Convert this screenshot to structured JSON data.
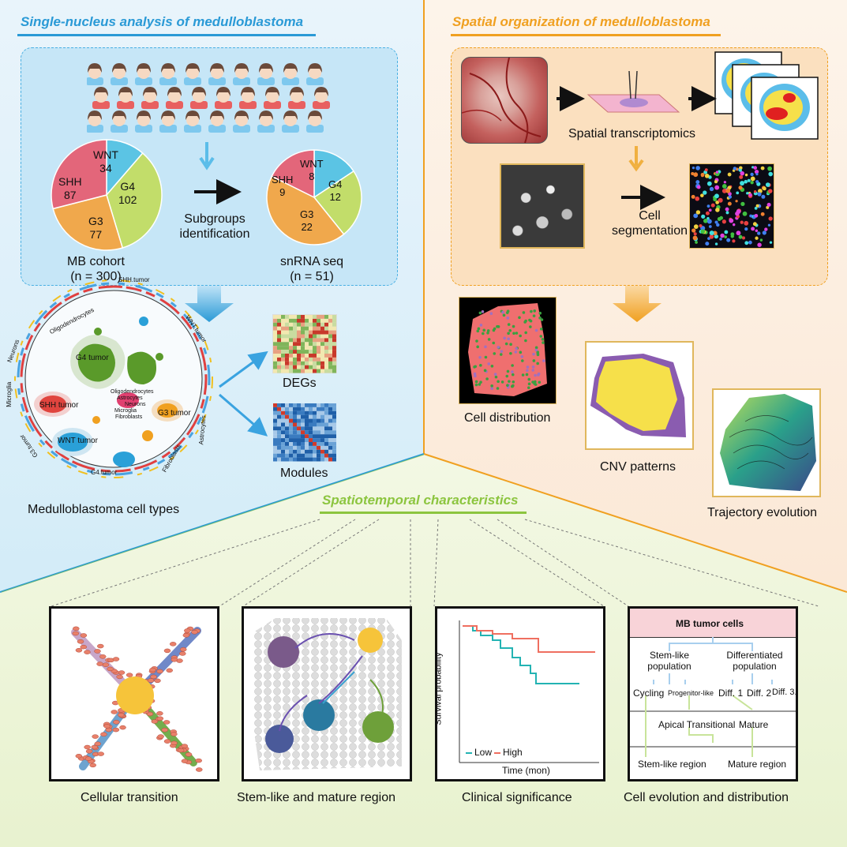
{
  "colors": {
    "blue_accent": "#2a9ad6",
    "orange_accent": "#f0a020",
    "green_accent": "#8cc53f",
    "shh": "#e3667a",
    "wnt": "#5bc4e4",
    "g4": "#c2dd6a",
    "g3": "#f0a84c",
    "low": "#23b3b3",
    "high": "#ef6f60"
  },
  "left": {
    "title": "Single-nucleus analysis of medulloblastoma",
    "cohort": {
      "label": "MB cohort",
      "n": "(n = 300)",
      "slices": [
        {
          "name": "WNT",
          "value": "34"
        },
        {
          "name": "G4",
          "value": "102"
        },
        {
          "name": "G3",
          "value": "77"
        },
        {
          "name": "SHH",
          "value": "87"
        }
      ]
    },
    "subgroups": "Subgroups identification",
    "snrna": {
      "label": "snRNA seq",
      "n": "(n = 51)",
      "slices": [
        {
          "name": "WNT",
          "value": "8"
        },
        {
          "name": "G4",
          "value": "12"
        },
        {
          "name": "G3",
          "value": "22"
        },
        {
          "name": "SHH",
          "value": "9"
        }
      ]
    },
    "celltypes_label": "Medulloblastoma cell types",
    "cluster_labels": {
      "g4": "G4 tumor",
      "shh": "SHH tumor",
      "g3": "G3 tumor",
      "wnt": "WNT tumor",
      "oligo": "Oligodendrocytes",
      "astro": "Astrocytes",
      "neurons": "Neurons",
      "micro": "Microglia",
      "fibro": "Fibroblasts"
    },
    "ring_labels": {
      "oligo": "Oligodendrocytes",
      "shh": "SHH.tumor",
      "wnt": "WNT.tumor",
      "neurons": "Neurons",
      "micro": "Microglia",
      "g3": "G3.tumor",
      "g4": "G4.tumor",
      "fibro": "Fibroblasts",
      "astro": "Astrocytes"
    },
    "degs": "DEGs",
    "modules": "Modules"
  },
  "right": {
    "title": "Spatial organization of medulloblastoma",
    "spatial": "Spatial transcriptomics",
    "segmentation": "Cell segmentation",
    "cell_distribution": "Cell distribution",
    "cnv": "CNV patterns",
    "trajectory": "Trajectory evolution"
  },
  "bottom": {
    "title": "Spatiotemporal characteristics",
    "panels": [
      {
        "caption": "Cellular transition"
      },
      {
        "caption": "Stem-like and mature region"
      },
      {
        "caption": "Clinical significance"
      },
      {
        "caption": "Cell evolution and distribution"
      }
    ],
    "survival": {
      "ylabel": "Survival probability",
      "xlabel": "Time (mon)",
      "legend_low": "Low",
      "legend_high": "High"
    },
    "flow": {
      "head": "MB tumor cells",
      "stem": "Stem-like population",
      "diff": "Differentiated population",
      "cycling": "Cycling",
      "prog": "Progenitor-like",
      "d1": "Diff. 1",
      "d2": "Diff. 2",
      "d3": "Diff. 3...",
      "apical": "Apical Transitional",
      "mature": "Mature",
      "stem_region": "Stem-like region",
      "mature_region": "Mature region"
    }
  }
}
